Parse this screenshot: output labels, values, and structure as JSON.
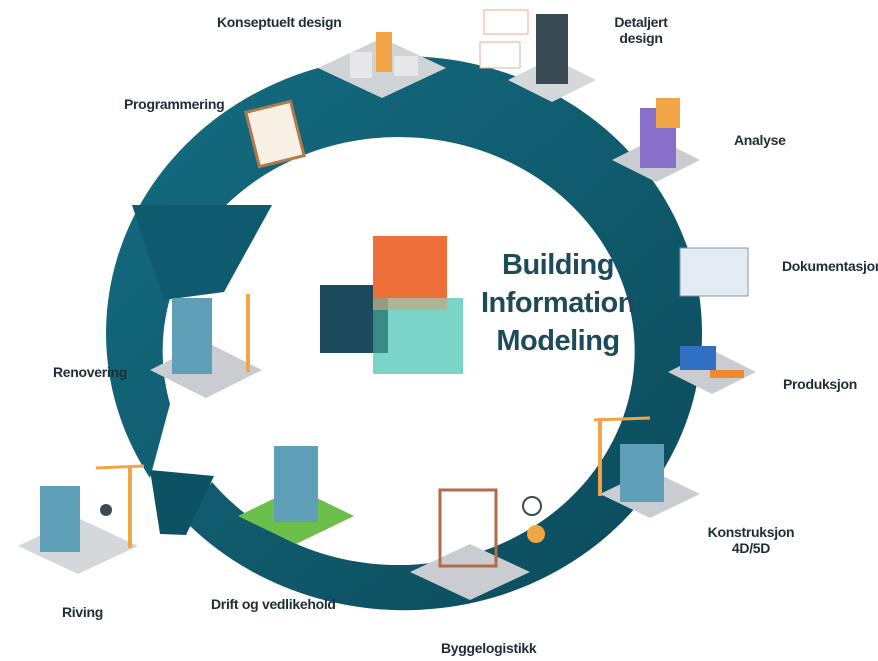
{
  "title_lines": [
    "Building",
    "Information",
    "Modeling"
  ],
  "stages": {
    "konseptuelt_design": "Konseptuelt design",
    "detaljert_design_1": "Detaljert",
    "detaljert_design_2": "design",
    "analyse": "Analyse",
    "dokumentasjon": "Dokumentasjon",
    "produksjon": "Produksjon",
    "konstruksjon_1": "Konstruksjon",
    "konstruksjon_2": "4D/5D",
    "byggelogistikk": "Byggelogistikk",
    "drift": "Drift og vedlikehold",
    "riving": "Riving",
    "renovering": "Renovering",
    "programmering": "Programmering"
  },
  "colors": {
    "ring": "#0f5a6e",
    "ring_dark": "#0b4656",
    "logo_orange": "#ee6f3a",
    "logo_dark": "#1d4a5c",
    "logo_teal": "#6fd0c2",
    "label_text": "#1f2d36"
  }
}
